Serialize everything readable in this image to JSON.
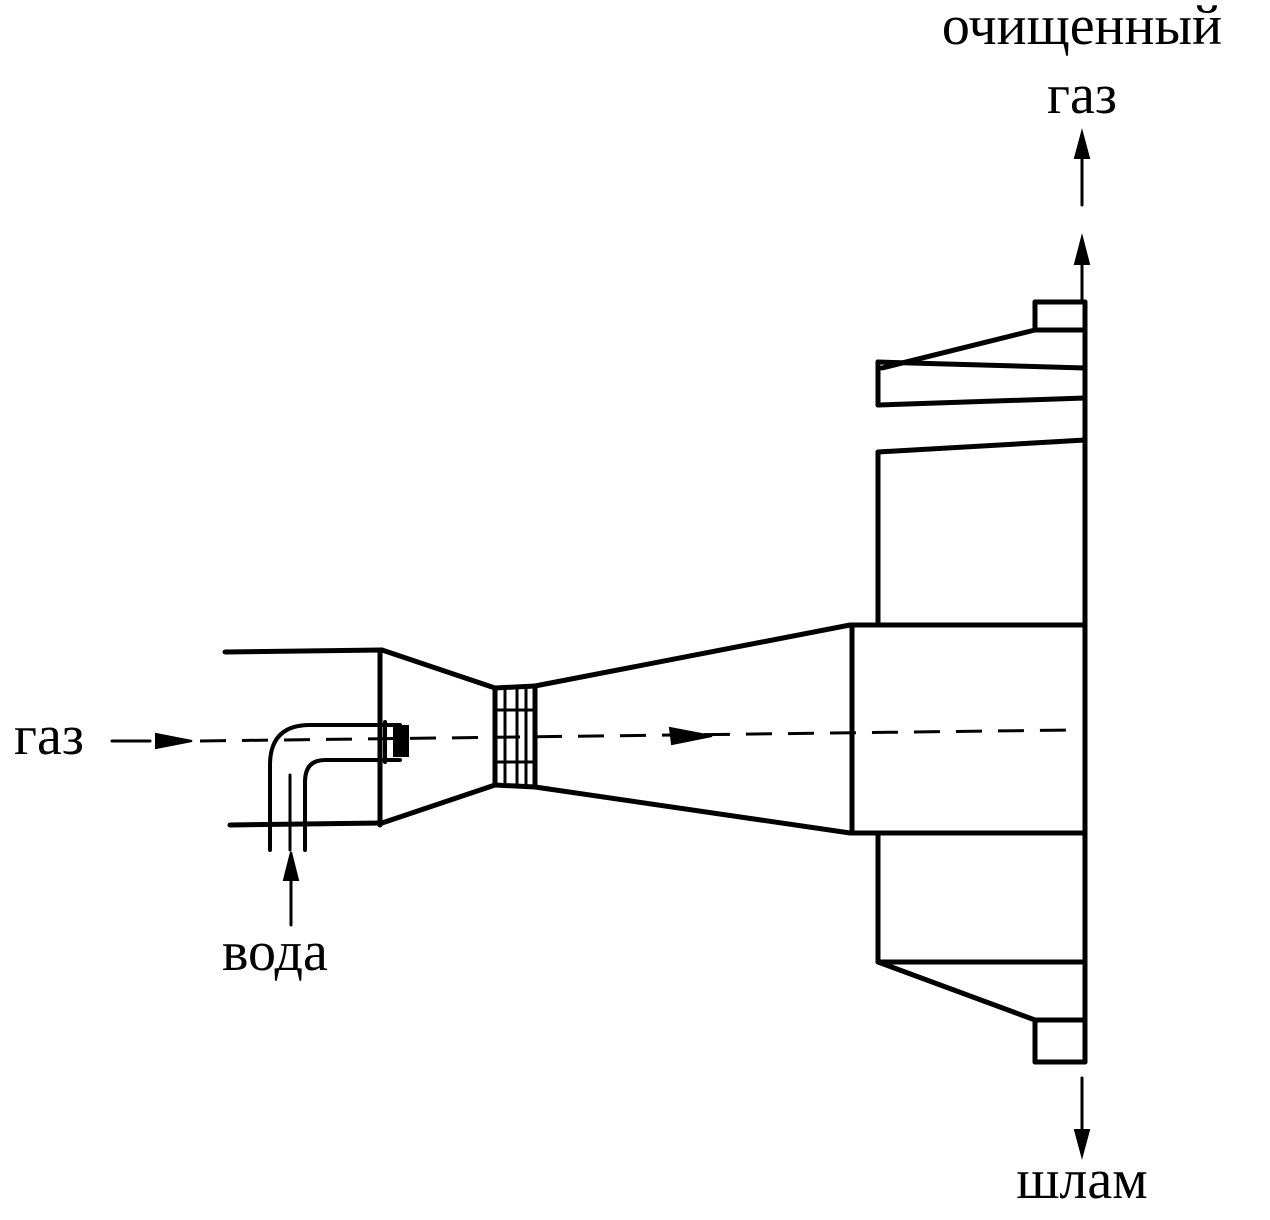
{
  "labels": {
    "clean_gas_line1": "очищенный",
    "clean_gas_line2": "газ",
    "gas_in": "газ",
    "water": "вода",
    "sludge": "шлам"
  }
}
